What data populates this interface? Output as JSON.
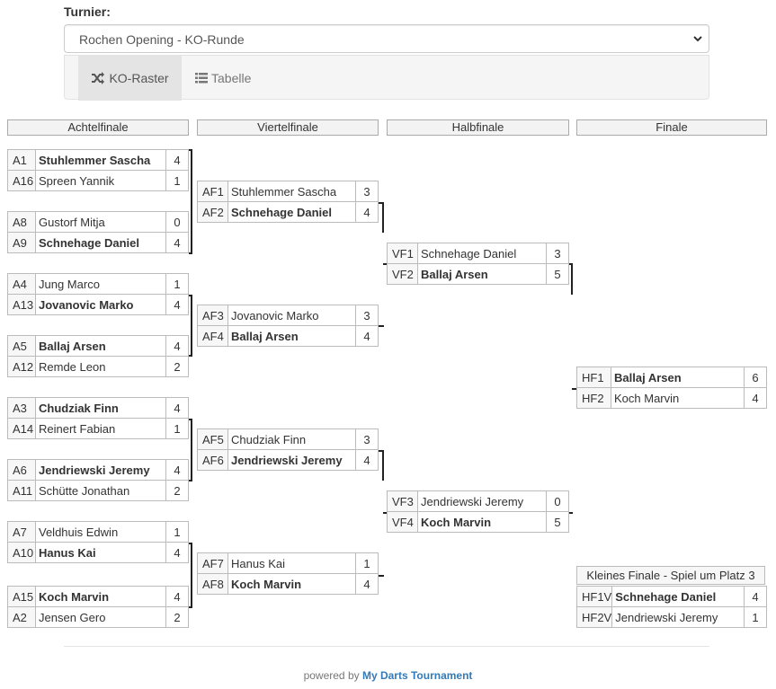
{
  "turnier_label": "Turnier:",
  "tournament_select": "Rochen Opening - KO-Runde",
  "tabs": [
    {
      "label": "KO-Raster",
      "icon": "shuffle-icon",
      "active": true
    },
    {
      "label": "Tabelle",
      "icon": "list-icon",
      "active": false
    }
  ],
  "rounds": [
    "Achtelfinale",
    "Viertelfinale",
    "Halbfinale",
    "Finale"
  ],
  "matches": {
    "m1": [
      {
        "code": "A1",
        "name": "Stuhlemmer Sascha",
        "score": "4",
        "win": true
      },
      {
        "code": "A16",
        "name": "Spreen Yannik",
        "score": "1",
        "win": false
      }
    ],
    "m2": [
      {
        "code": "A8",
        "name": "Gustorf Mitja",
        "score": "0",
        "win": false
      },
      {
        "code": "A9",
        "name": "Schnehage Daniel",
        "score": "4",
        "win": true
      }
    ],
    "m3": [
      {
        "code": "A4",
        "name": "Jung Marco",
        "score": "1",
        "win": false
      },
      {
        "code": "A13",
        "name": "Jovanovic Marko",
        "score": "4",
        "win": true
      }
    ],
    "m4": [
      {
        "code": "A5",
        "name": "Ballaj Arsen",
        "score": "4",
        "win": true
      },
      {
        "code": "A12",
        "name": "Remde Leon",
        "score": "2",
        "win": false
      }
    ],
    "m5": [
      {
        "code": "A3",
        "name": "Chudziak Finn",
        "score": "4",
        "win": true
      },
      {
        "code": "A14",
        "name": "Reinert Fabian",
        "score": "1",
        "win": false
      }
    ],
    "m6": [
      {
        "code": "A6",
        "name": "Jendriewski Jeremy",
        "score": "4",
        "win": true
      },
      {
        "code": "A11",
        "name": "Schütte Jonathan",
        "score": "2",
        "win": false
      }
    ],
    "m7": [
      {
        "code": "A7",
        "name": "Veldhuis Edwin",
        "score": "1",
        "win": false
      },
      {
        "code": "A10",
        "name": "Hanus Kai",
        "score": "4",
        "win": true
      }
    ],
    "m8": [
      {
        "code": "A15",
        "name": "Koch Marvin",
        "score": "4",
        "win": true
      },
      {
        "code": "A2",
        "name": "Jensen Gero",
        "score": "2",
        "win": false
      }
    ],
    "q1": [
      {
        "code": "AF1",
        "name": "Stuhlemmer Sascha",
        "score": "3",
        "win": false
      },
      {
        "code": "AF2",
        "name": "Schnehage Daniel",
        "score": "4",
        "win": true
      }
    ],
    "q2": [
      {
        "code": "AF3",
        "name": "Jovanovic Marko",
        "score": "3",
        "win": false
      },
      {
        "code": "AF4",
        "name": "Ballaj Arsen",
        "score": "4",
        "win": true
      }
    ],
    "q3": [
      {
        "code": "AF5",
        "name": "Chudziak Finn",
        "score": "3",
        "win": false
      },
      {
        "code": "AF6",
        "name": "Jendriewski Jeremy",
        "score": "4",
        "win": true
      }
    ],
    "q4": [
      {
        "code": "AF7",
        "name": "Hanus Kai",
        "score": "1",
        "win": false
      },
      {
        "code": "AF8",
        "name": "Koch Marvin",
        "score": "4",
        "win": true
      }
    ],
    "s1": [
      {
        "code": "VF1",
        "name": "Schnehage Daniel",
        "score": "3",
        "win": false
      },
      {
        "code": "VF2",
        "name": "Ballaj Arsen",
        "score": "5",
        "win": true
      }
    ],
    "s2": [
      {
        "code": "VF3",
        "name": "Jendriewski Jeremy",
        "score": "0",
        "win": false
      },
      {
        "code": "VF4",
        "name": "Koch Marvin",
        "score": "5",
        "win": true
      }
    ],
    "f1": [
      {
        "code": "HF1",
        "name": "Ballaj Arsen",
        "score": "6",
        "win": true
      },
      {
        "code": "HF2",
        "name": "Koch Marvin",
        "score": "4",
        "win": false
      }
    ],
    "k1": [
      {
        "code": "HF1V",
        "name": "Schnehage Daniel",
        "score": "4",
        "win": true
      },
      {
        "code": "HF2V",
        "name": "Jendriewski Jeremy",
        "score": "1",
        "win": false
      }
    ]
  },
  "kleines_finale_label": "Kleines Finale - Spiel um Platz 3",
  "footer": {
    "prefix": "powered by ",
    "link": "My Darts Tournament"
  }
}
